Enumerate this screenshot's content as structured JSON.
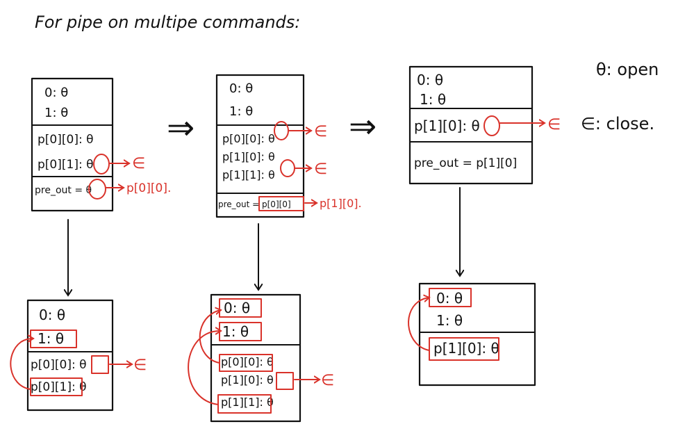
{
  "title": "For pipe on multipe commands:",
  "legend": {
    "open": "θ: open",
    "close": "∈: close."
  },
  "step1": {
    "fd0": "0: θ",
    "fd1": "1: θ",
    "p00": "p[0][0]: θ",
    "p01": "p[0][1]: θ",
    "pre_out": "pre_out = θ",
    "close_mark": "∈",
    "pre_out_target": "p[0][0]."
  },
  "arrow1": "⇒",
  "step2": {
    "fd0": "0: θ",
    "fd1": "1: θ",
    "p00": "p[0][0]: θ",
    "p10": "p[1][0]: θ",
    "p11": "p[1][1]: θ",
    "pre_out": "pre_out = p[0][0]",
    "close_mark_1": "∈",
    "close_mark_2": "∈",
    "pre_out_target": "p[1][0]."
  },
  "arrow2": "⇒",
  "step3": {
    "fd0": "0: θ",
    "fd1": "1: θ",
    "p10": "p[1][0]: θ",
    "pre_out": "pre_out = p[1][0]",
    "close_mark": "∈"
  },
  "result1": {
    "fd0": "0: θ",
    "fd1": "1: θ",
    "p00": "p[0][0]: θ",
    "p01": "p[0][1]: θ",
    "close_mark": "∈"
  },
  "result2": {
    "fd0": "0: θ",
    "fd1": "1: θ",
    "p00": "p[0][0]: θ",
    "p10": "p[1][0]: θ",
    "p11": "p[1][1]: θ",
    "close_mark": "∈"
  },
  "result3": {
    "fd0": "0: θ",
    "fd1": "1: θ",
    "p10": "p[1][0]: θ"
  },
  "colors": {
    "ink": "#111111",
    "annotation": "#d9322a"
  }
}
